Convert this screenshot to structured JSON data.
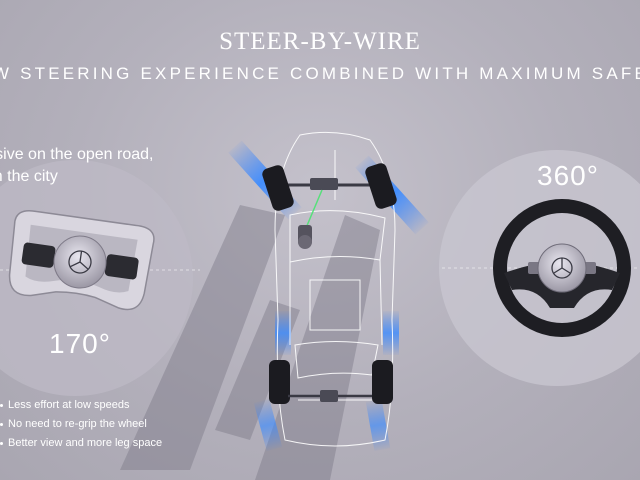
{
  "header": {
    "title": "STEER-BY-WIRE",
    "subtitle": "NEW STEERING EXPERIENCE COMBINED WITH MAXIMUM SAFETY"
  },
  "left_panel": {
    "tagline_line1": "Responsive on the open road,",
    "tagline_line2": "agile in the city",
    "angle": "170°",
    "benefits": [
      "Less effort at low speeds",
      "No need to re-grip the wheel",
      "Better view and more leg space"
    ]
  },
  "right_panel": {
    "angle": "360°"
  },
  "colors": {
    "background": "#b5b2bd",
    "accent_blue": "#3d8cff",
    "text": "#ffffff"
  }
}
